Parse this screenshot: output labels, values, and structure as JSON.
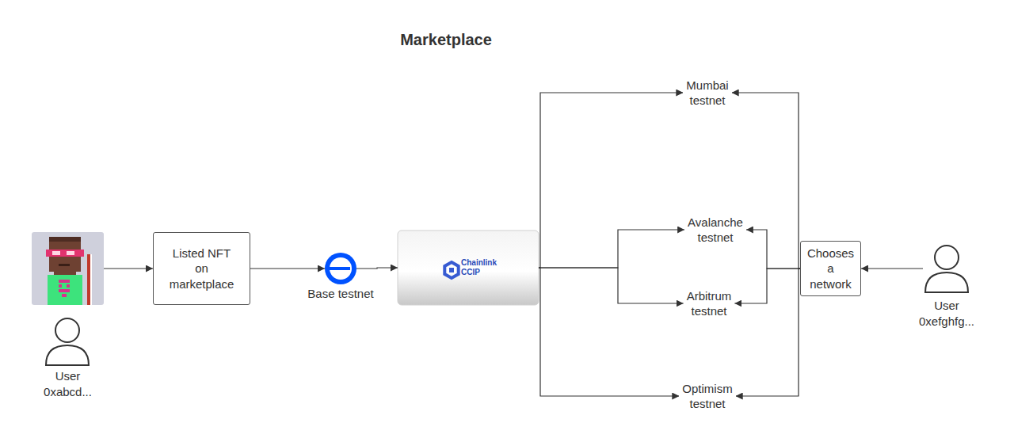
{
  "diagram": {
    "title": "Marketplace",
    "nodes": [
      {
        "text": [
          "User 0xabcd..."
        ]
      },
      {
        "text": [
          "Listed NFT on marketplace"
        ]
      },
      {
        "text": [
          "Base testnet"
        ]
      },
      {
        "text": [
          "Chainlink CCIP"
        ]
      },
      {
        "text": [
          "Mumbai testnet"
        ]
      },
      {
        "text": [
          "Avalanche testnet"
        ]
      },
      {
        "text": [
          "Arbitrum testnet"
        ]
      },
      {
        "text": [
          "Optimism testnet"
        ]
      },
      {
        "text": [
          "Chooses a network"
        ]
      },
      {
        "text": [
          "User 0xefghfg..."
        ]
      }
    ],
    "edges": [
      {
        "from": 0,
        "to": 1,
        "arrow": "to"
      },
      {
        "from": 1,
        "to": 2,
        "arrow": "to"
      },
      {
        "from": 2,
        "to": 3,
        "arrow": "to"
      },
      {
        "from": 3,
        "to": 4,
        "arrow": "to"
      },
      {
        "from": 3,
        "to": 5,
        "arrow": "to"
      },
      {
        "from": 3,
        "to": 6,
        "arrow": "to"
      },
      {
        "from": 3,
        "to": 7,
        "arrow": "to"
      },
      {
        "from": 8,
        "to": 4,
        "arrow": "to"
      },
      {
        "from": 8,
        "to": 5,
        "arrow": "to"
      },
      {
        "from": 8,
        "to": 6,
        "arrow": "to"
      },
      {
        "from": 8,
        "to": 7,
        "arrow": "to"
      },
      {
        "from": 9,
        "to": 8,
        "arrow": "to"
      }
    ]
  }
}
